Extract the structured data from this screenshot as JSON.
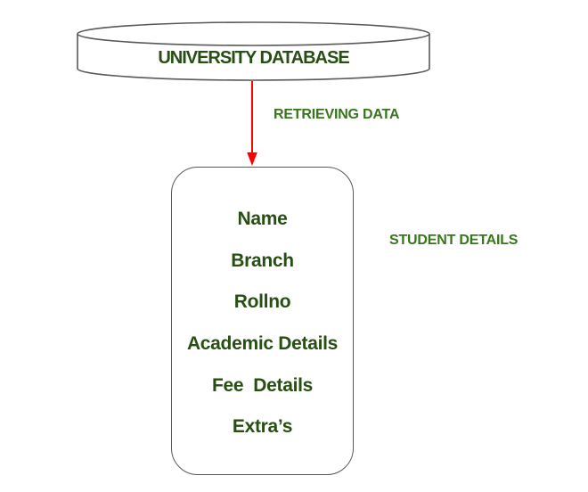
{
  "database": {
    "label": "UNIVERSITY DATABASE",
    "shape": "cylinder"
  },
  "arrow": {
    "label": "RETRIEVING DATA",
    "direction": "down",
    "color": "#ff0000"
  },
  "record": {
    "label": "STUDENT DETAILS",
    "fields": [
      "Name",
      "Branch",
      "Rollno",
      "Academic Details",
      "Fee  Details",
      "Extra’s"
    ]
  },
  "colors": {
    "shape_text": "#274e13",
    "label_text": "#38761d",
    "shape_border": "#595959",
    "arrow": "#ff0000",
    "background": "#ffffff"
  }
}
